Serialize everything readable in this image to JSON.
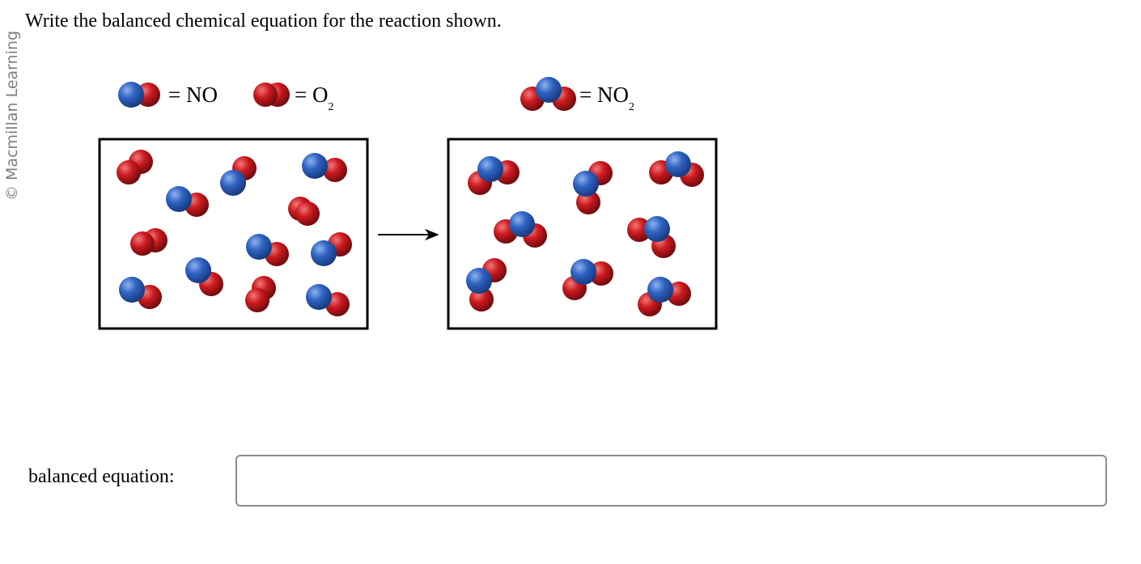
{
  "watermark": "© Macmillan Learning",
  "question": "Write the balanced chemical equation for the reaction shown.",
  "legend": {
    "no": {
      "prefix": "= NO"
    },
    "o2": {
      "prefix": "= O",
      "sub": "2"
    },
    "no2": {
      "prefix": "= NO",
      "sub": "2"
    }
  },
  "colors": {
    "nitrogen": "#2f63c2",
    "oxygen": "#cc1a1f",
    "frame": "#000000"
  },
  "answer": {
    "label": "balanced equation:",
    "value": "",
    "placeholder": ""
  }
}
